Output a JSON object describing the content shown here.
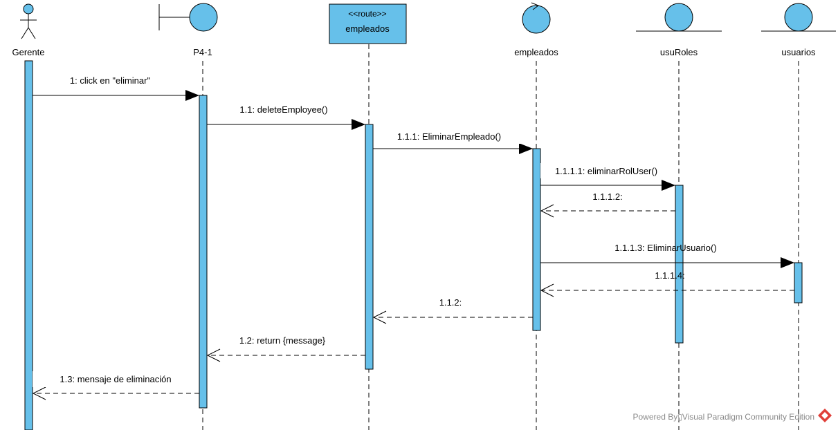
{
  "diagram": {
    "type": "sequence",
    "participants": [
      {
        "id": "gerente",
        "kind": "actor",
        "label": "Gerente"
      },
      {
        "id": "p4",
        "kind": "boundary",
        "label": "P4-1"
      },
      {
        "id": "route",
        "kind": "component",
        "stereotype": "<<route>>",
        "label": "empleados"
      },
      {
        "id": "emp",
        "kind": "control",
        "label": "empleados"
      },
      {
        "id": "usuroles",
        "kind": "entity",
        "label": "usuRoles"
      },
      {
        "id": "usuarios",
        "kind": "entity",
        "label": "usuarios"
      }
    ],
    "messages": [
      {
        "id": "m1",
        "from": "gerente",
        "to": "p4",
        "kind": "sync",
        "label": "1: click en \"eliminar\""
      },
      {
        "id": "m11",
        "from": "p4",
        "to": "route",
        "kind": "sync",
        "label": "1.1: deleteEmployee()"
      },
      {
        "id": "m111",
        "from": "route",
        "to": "emp",
        "kind": "sync",
        "label": "1.1.1: EliminarEmpleado()"
      },
      {
        "id": "m1111",
        "from": "emp",
        "to": "usuroles",
        "kind": "sync",
        "label": "1.1.1.1: eliminarRolUser()"
      },
      {
        "id": "m1112",
        "from": "usuroles",
        "to": "emp",
        "kind": "return",
        "label": "1.1.1.2:"
      },
      {
        "id": "m1113",
        "from": "emp",
        "to": "usuarios",
        "kind": "sync",
        "label": "1.1.1.3: EliminarUsuario()"
      },
      {
        "id": "m1114",
        "from": "usuarios",
        "to": "emp",
        "kind": "return",
        "label": "1.1.1.4:"
      },
      {
        "id": "m112",
        "from": "emp",
        "to": "route",
        "kind": "return",
        "label": "1.1.2:"
      },
      {
        "id": "m12",
        "from": "route",
        "to": "p4",
        "kind": "return",
        "label": "1.2: return {message}"
      },
      {
        "id": "m13",
        "from": "p4",
        "to": "gerente",
        "kind": "return",
        "label": "1.3: mensaje de eliminación"
      }
    ],
    "colors": {
      "fill": "#66c0ea",
      "line": "#000000",
      "logo": "#e0403a",
      "footer": "#8a8a8a"
    }
  },
  "footer": {
    "text": "Powered By▯Visual Paradigm Community Edition",
    "logo_icon": "visual-paradigm-logo-icon"
  }
}
